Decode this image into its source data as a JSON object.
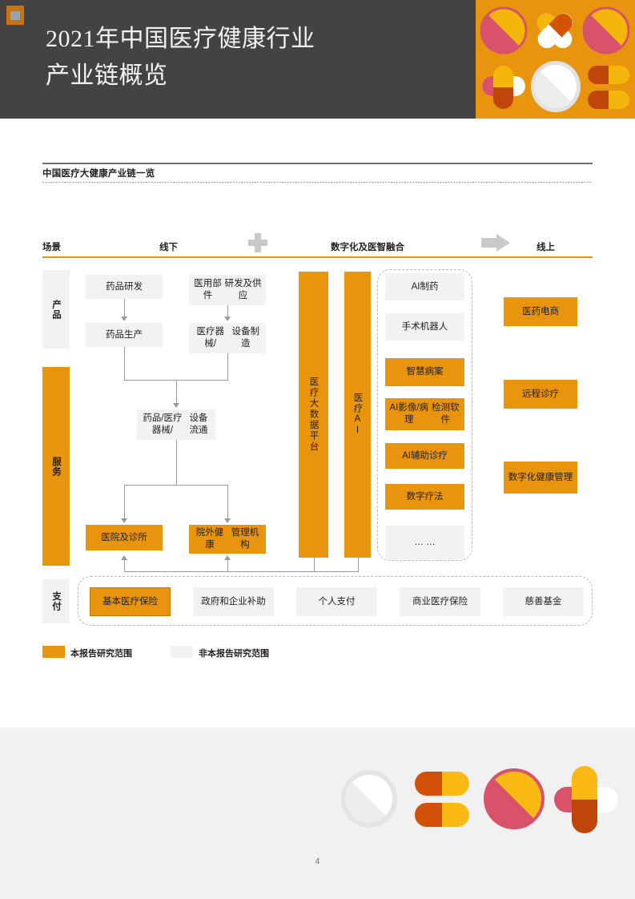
{
  "header": {
    "logo_icon": "document-chip-icon",
    "title_line1": "2021年中国医疗健康行业",
    "title_line2": "产业链概览",
    "bg_color": "#444242",
    "accent_color": "#E8940C"
  },
  "section": {
    "title": "中国医疗大健康产业链一览"
  },
  "columns": {
    "scenario": "场景",
    "offline": "线下",
    "plus_icon": "plus-icon",
    "digital": "数字化及医智融合",
    "arrow_icon": "right-arrow-icon",
    "online": "线上"
  },
  "row_labels": {
    "product": "产品",
    "service": "服务",
    "payment": "支付"
  },
  "offline": {
    "drug_rd": "药品研发",
    "device_parts_rd": "医用部件\n研发及供应",
    "drug_mfg": "药品生产",
    "device_mfg": "医疗器械/\n设备制造",
    "distribution": "药品/医疗器械/\n设备流通",
    "hospital": "医院及诊所",
    "outpatient_org": "院外健康\n管理机构"
  },
  "digital": {
    "big_data_platform": "医疗大数据平台",
    "medical_ai": "医疗AI",
    "ai_items": [
      {
        "label": "AI制药",
        "highlight": false
      },
      {
        "label": "手术机器人",
        "highlight": false
      },
      {
        "label": "智慧病案",
        "highlight": true
      },
      {
        "label": "AI影像/病理\n检测软件",
        "highlight": true
      },
      {
        "label": "AI辅助诊疗",
        "highlight": true
      },
      {
        "label": "数字疗法",
        "highlight": true
      },
      {
        "label": "… …",
        "highlight": false
      }
    ]
  },
  "online": {
    "items": [
      {
        "label": "医药电商",
        "highlight": true
      },
      {
        "label": "远程诊疗",
        "highlight": true
      },
      {
        "label": "数字化\n健康管理",
        "highlight": true
      }
    ]
  },
  "payment": {
    "items": [
      {
        "label": "基本医疗\n保险",
        "highlight": true
      },
      {
        "label": "政府和企业\n补助",
        "highlight": false
      },
      {
        "label": "个人支付",
        "highlight": false
      },
      {
        "label": "商业医疗\n保险",
        "highlight": false
      },
      {
        "label": "慈善基金",
        "highlight": false
      }
    ]
  },
  "legend": {
    "in_scope": "本报告研究范围",
    "out_scope": "非本报告研究范围",
    "in_scope_color": "#E8940C",
    "out_scope_color": "#F2F2F2"
  },
  "footer": {
    "page_number": "4",
    "band_color": "#F1F1F1"
  }
}
